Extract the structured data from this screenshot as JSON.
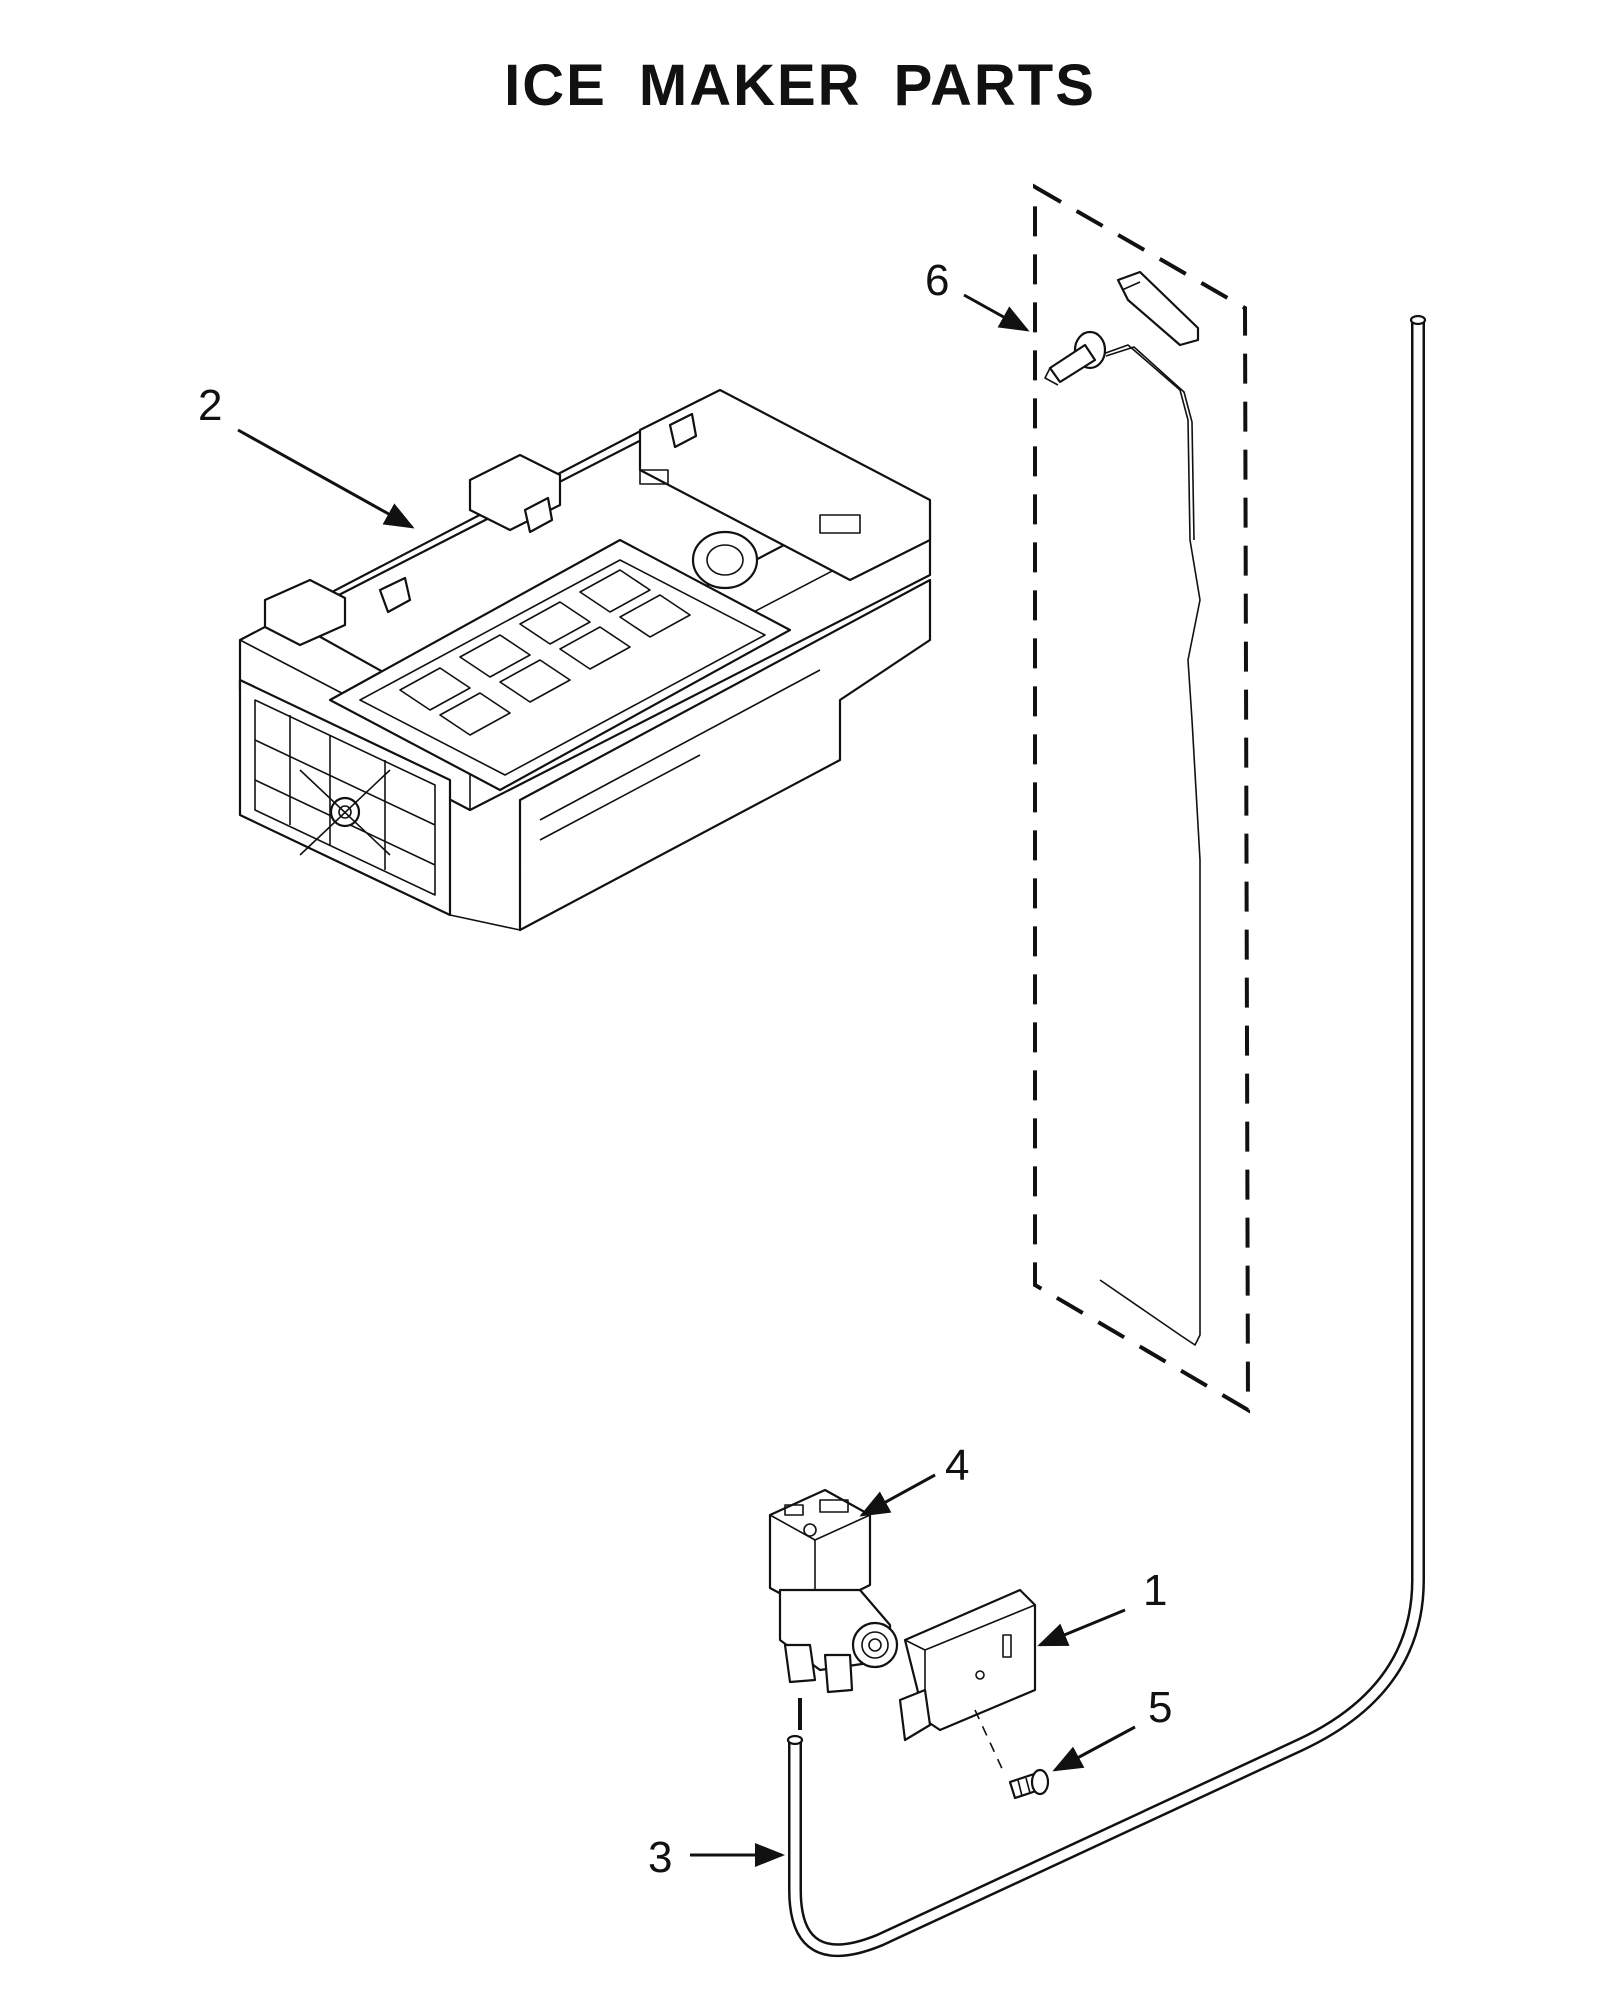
{
  "title": "ICE MAKER PARTS",
  "callouts": {
    "c1": "1",
    "c2": "2",
    "c3": "3",
    "c4": "4",
    "c5": "5",
    "c6": "6"
  },
  "colors": {
    "line": "#111111",
    "background": "#ffffff"
  }
}
